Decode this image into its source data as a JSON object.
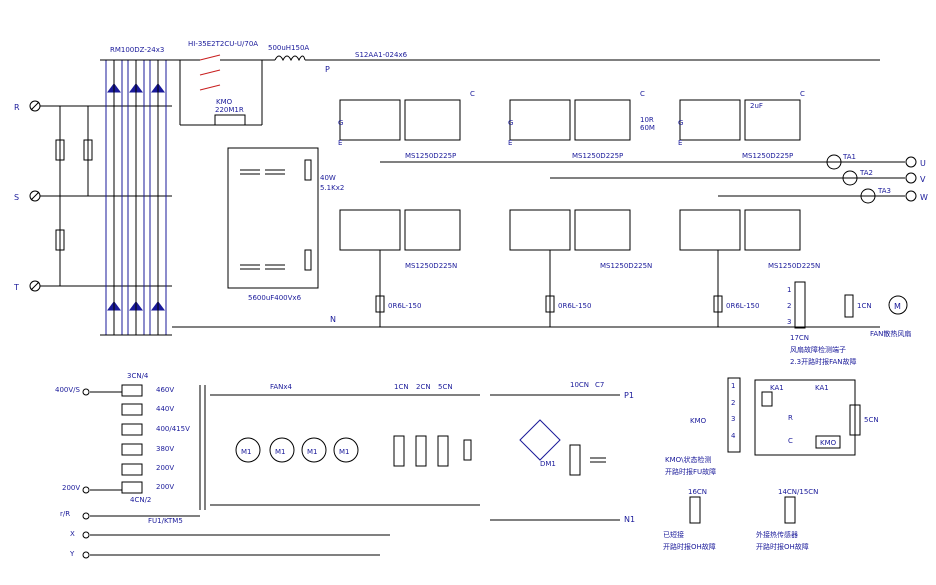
{
  "labels": {
    "rectifier": "RM100DZ-24x3",
    "relay": "HI-35E2T2CU-U/70A",
    "choke": "500uH150A",
    "igbt_top": "S12AA1-024x6",
    "p_node": "P",
    "n_node": "N",
    "kmo": "KMO",
    "r_220": "220M1R",
    "cap_bank": "5600uF400Vx6",
    "bleed1": "40W",
    "bleed2": "5.1Kx2",
    "phase_r": "R",
    "phase_s": "S",
    "phase_t": "T",
    "mod_p1": "MS1250D225P",
    "mod_p2": "MS1250D225P",
    "mod_p3": "MS1250D225P",
    "mod_n1": "MS1250D225N",
    "mod_n2": "MS1250D225N",
    "mod_n3": "MS1250D225N",
    "ta1": "TA1",
    "ta2": "TA2",
    "ta3": "TA3",
    "out_u": "U",
    "out_v": "V",
    "out_w": "W",
    "shunt1": "0R6L-150",
    "shunt2": "0R6L-150",
    "shunt3": "0R6L-150",
    "snub_r1": "10R",
    "snub_r2": "60M",
    "snub_c": "2uF",
    "fan_conn": "17CN",
    "fan_label": "FAN散热风扇",
    "fan_note1": "风扇故障检测端子",
    "fan_note2": "2.3开路时报FAN故障",
    "cn1": "1CN",
    "pin1": "1",
    "pin2": "2",
    "pin3": "3",
    "pin4": "4",
    "fan_m": "M",
    "tr_input": "400V/S",
    "tr_in2": "200V",
    "cn3": "3CN/4",
    "cn4": "4CN/2",
    "tap1": "460V",
    "tap2": "440V",
    "tap3": "400/415V",
    "tap4": "380V",
    "tap5": "200V",
    "tap6": "200V",
    "fuse": "FU1/KTM5",
    "rr": "r/R",
    "x": "X",
    "y": "Y",
    "fan4": "FANx4",
    "motor": "M1",
    "cn1b": "1CN",
    "cn2b": "2CN",
    "cn5": "5CN",
    "cn10": "10CN",
    "c7": "C7",
    "dm": "DM1",
    "p1": "P1",
    "n1": "N1",
    "ka1a": "KA1",
    "ka1b": "KA1",
    "kmo2": "KMO",
    "kmo_r": "R",
    "kmo_c": "C",
    "kmo_box": "KMO",
    "cn5b": "5CN",
    "kmo_note1": "KMO\\状态检测",
    "kmo_note2": "开路时报FU故障",
    "cn16": "16CN",
    "cn14": "14CN/15CN",
    "short_note1": "已短接",
    "short_note2": "开路时报OH故障",
    "ext_note1": "外接热传感器",
    "ext_note2": "开路时报OH故障",
    "g": "G",
    "e": "E",
    "c": "C",
    "r": "R"
  }
}
